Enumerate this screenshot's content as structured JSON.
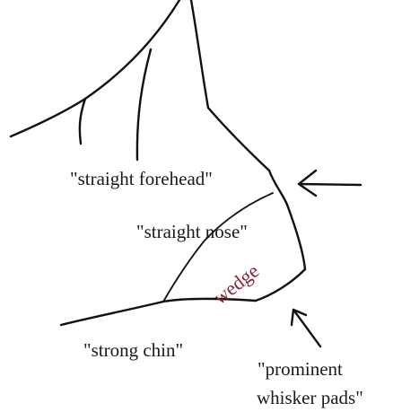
{
  "labels": {
    "forehead": "\"straight forehead\"",
    "nose": "\"straight nose\"",
    "wedge": "wedge",
    "chin": "\"strong chin\"",
    "whisker_line1": "\"prominent",
    "whisker_line2": "whisker pads\""
  },
  "colors": {
    "wedge_text": "#8b2336",
    "line": "#111111"
  }
}
